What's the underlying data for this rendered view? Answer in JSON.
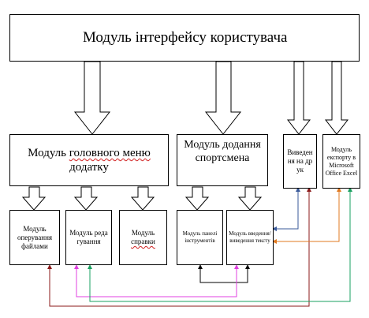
{
  "diagram": {
    "top_module": {
      "label": "Модуль інтерфейсу користувача"
    },
    "main_menu": {
      "prefix": "Модуль ",
      "underlined": "головного меню",
      "suffix": " додатку"
    },
    "add_athlete": {
      "label": "Модуль додання спортсмена"
    },
    "print_output": {
      "label": "Виведення на друк"
    },
    "excel_export": {
      "label": "Модуль експорту в Microsoft Office Excel"
    },
    "file_operations": {
      "label": "Модуль оперування файлами"
    },
    "editing": {
      "label": "Модуль редагування"
    },
    "help": {
      "prefix": "Модуль ",
      "underlined": "справки"
    },
    "toolbar": {
      "label": "Модуль панелі інструментів"
    },
    "text_io": {
      "label": "Модуль введення/ виведення тексту"
    }
  },
  "colors": {
    "line": "#000000",
    "arrow_fill": "#ffffff",
    "link_maroon": "#8b1a1a",
    "link_magenta": "#e040e0",
    "link_green": "#1aa060",
    "link_orange": "#e07a20",
    "link_blue": "#3a5a9a",
    "spell_underline": "#d02020"
  }
}
